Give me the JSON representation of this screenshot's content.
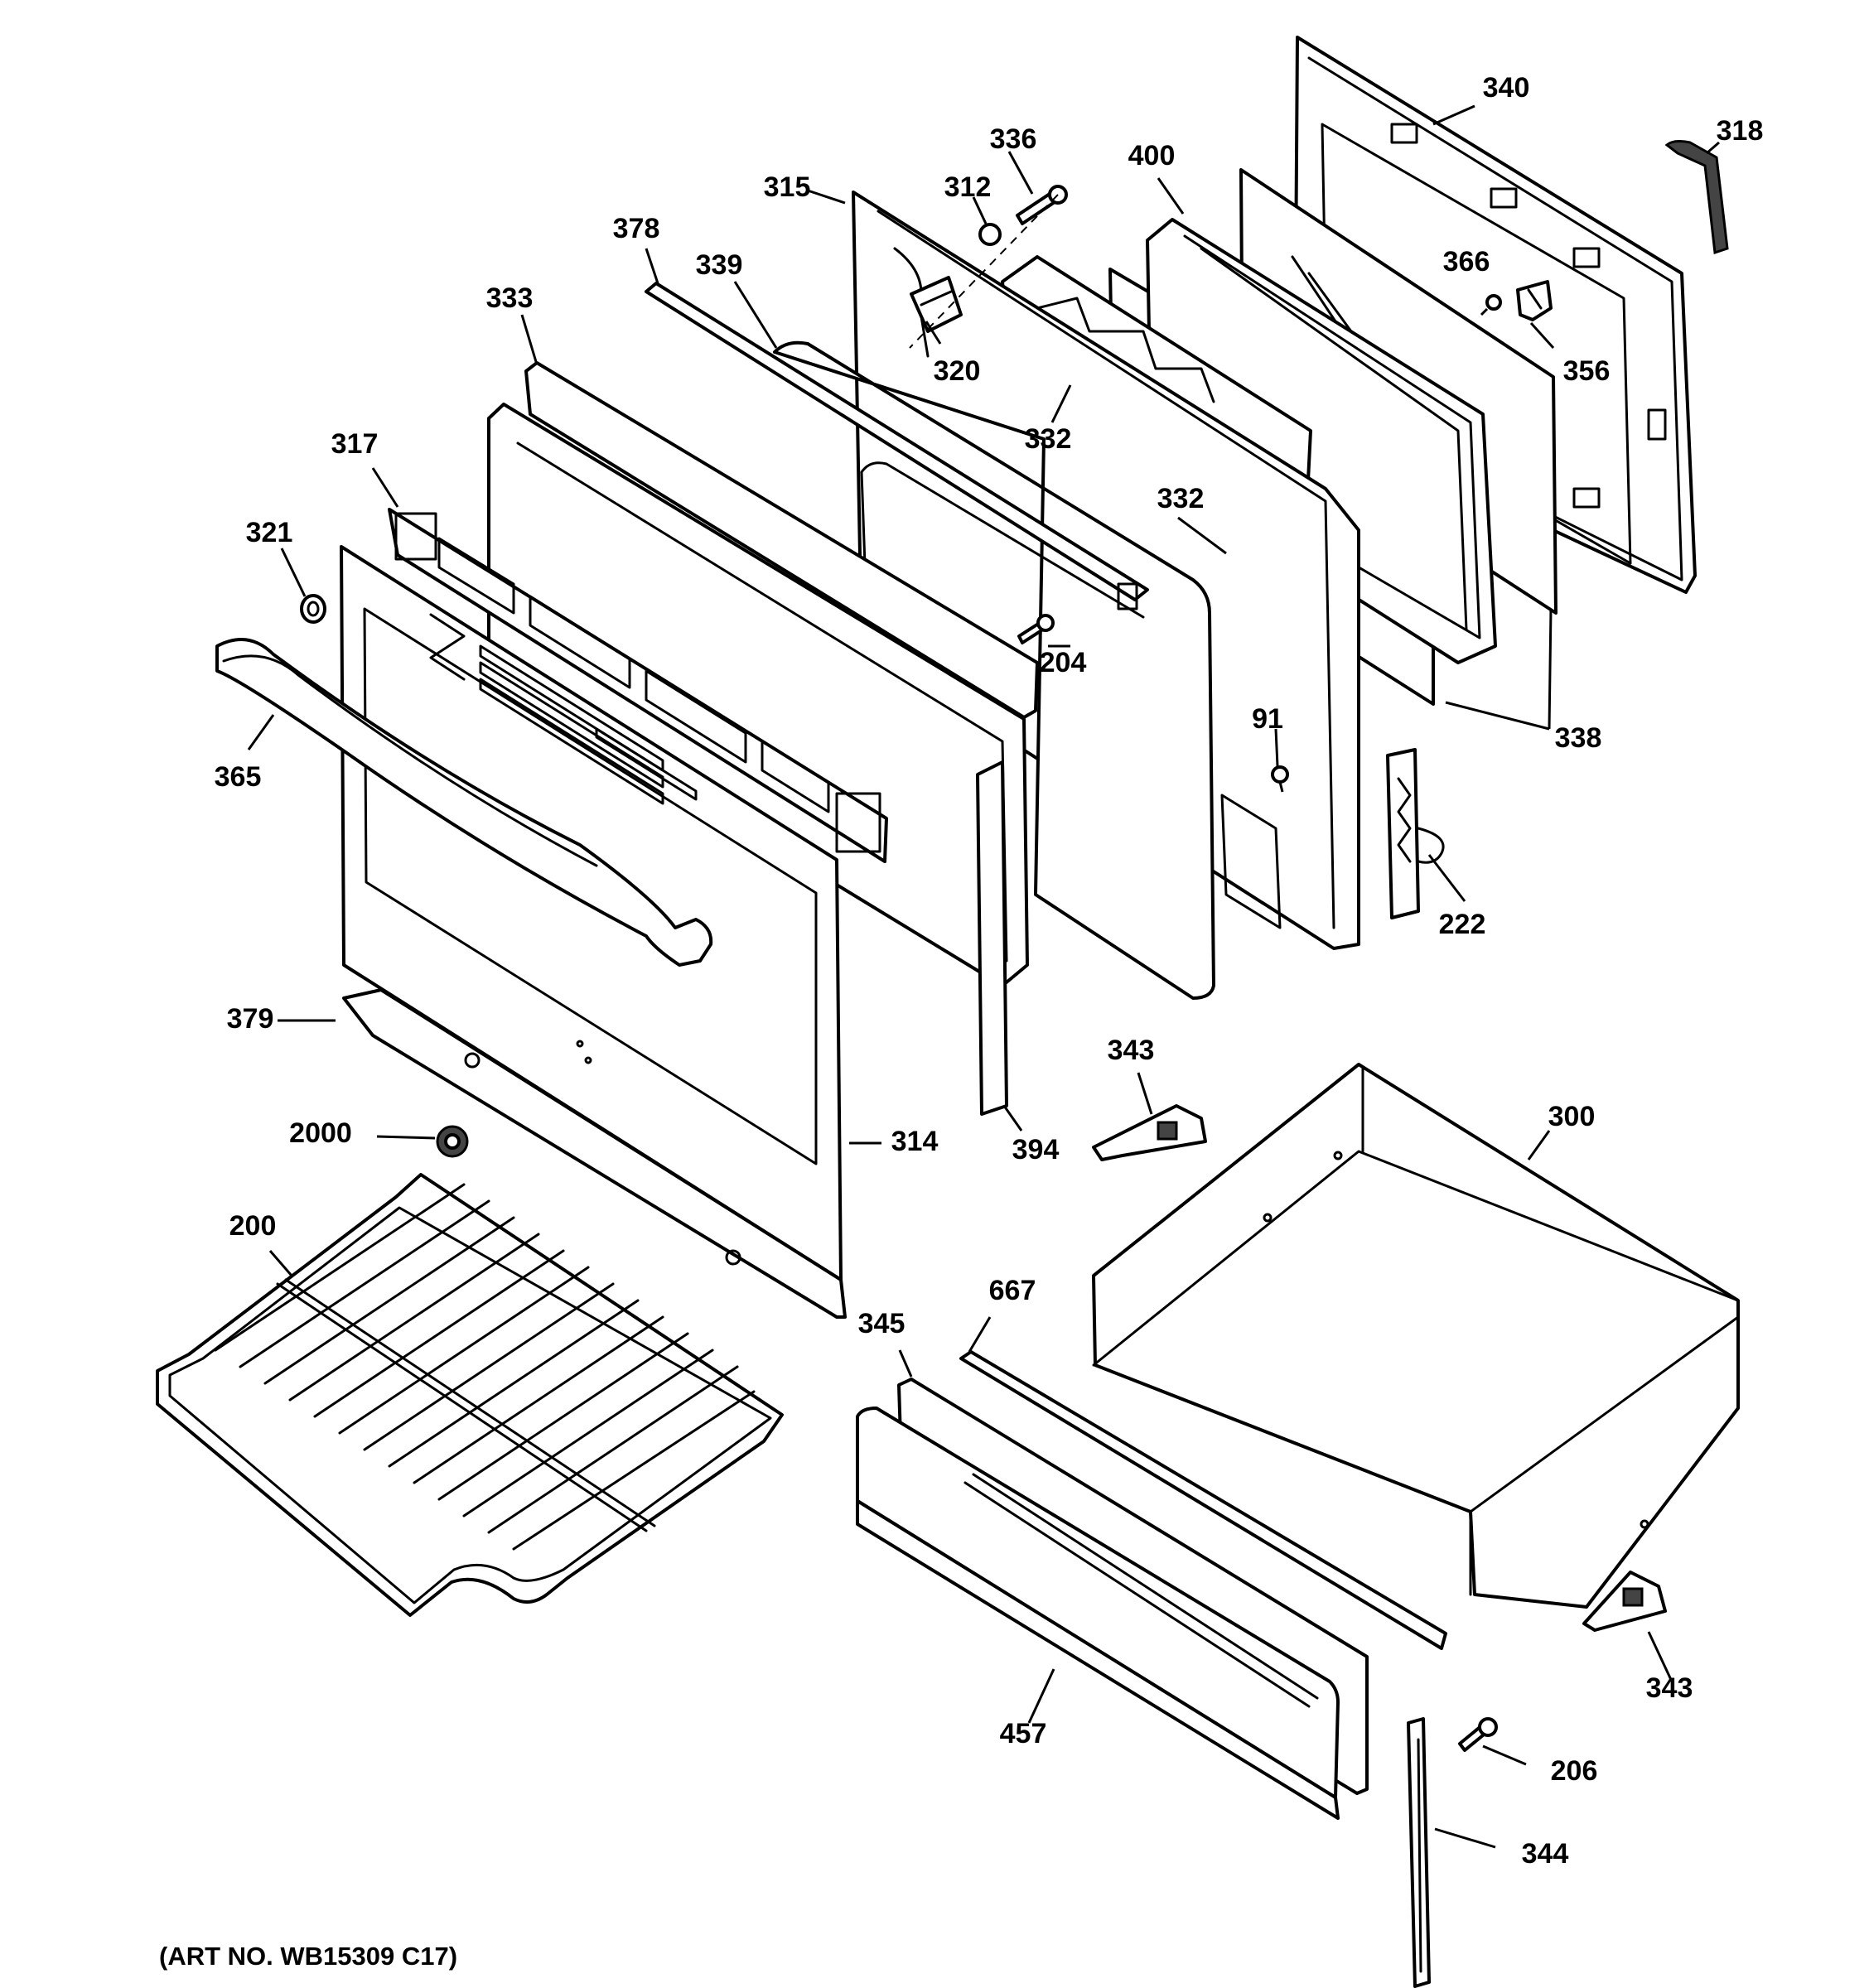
{
  "diagram": {
    "art_number": "(ART NO. WB15309 C17)",
    "callouts": {
      "c340": "340",
      "c318": "318",
      "c336": "336",
      "c400": "400",
      "c315": "315",
      "c312": "312",
      "c366": "366",
      "c378": "378",
      "c339": "339",
      "c356": "356",
      "c320": "320",
      "c333": "333",
      "c332a": "332",
      "c317": "317",
      "c332b": "332",
      "c321": "321",
      "c204": "204",
      "c338": "338",
      "c91": "91",
      "c365": "365",
      "c222": "222",
      "c379": "379",
      "c343a": "343",
      "c300": "300",
      "c2000": "2000",
      "c314": "314",
      "c394": "394",
      "c200": "200",
      "c667": "667",
      "c345": "345",
      "c343b": "343",
      "c206": "206",
      "c457": "457",
      "c344": "344"
    }
  }
}
